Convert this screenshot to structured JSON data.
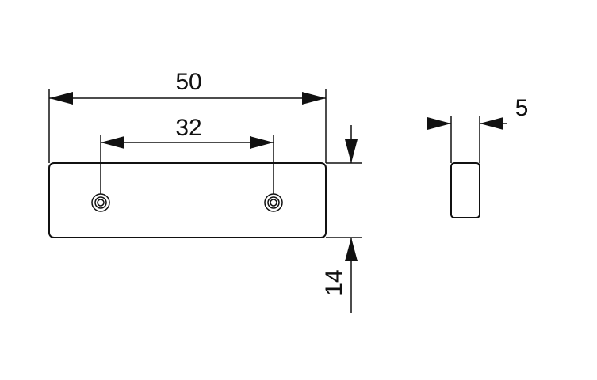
{
  "dimensions": {
    "overall_length": "50",
    "hole_spacing": "32",
    "height": "14",
    "thickness": "5"
  }
}
